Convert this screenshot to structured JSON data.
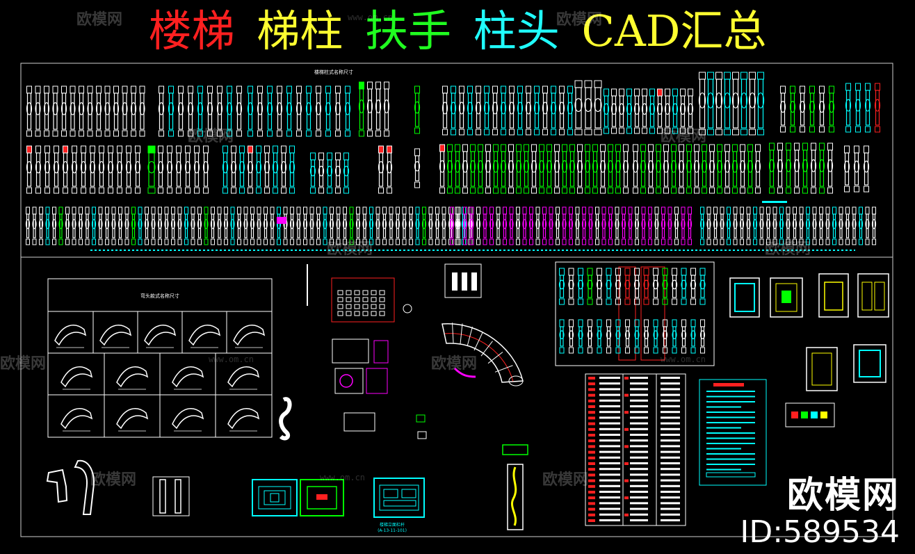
{
  "title": {
    "parts": [
      {
        "text": "楼梯",
        "color": "#ff2020"
      },
      {
        "text": "梯柱",
        "color": "#ffff30"
      },
      {
        "text": "扶手",
        "color": "#20ff20"
      },
      {
        "text": "柱头",
        "color": "#20ffff"
      },
      {
        "text": "CAD汇总",
        "color": "#ffff30"
      }
    ]
  },
  "colors": {
    "white": "#ffffff",
    "cyan": "#00ffff",
    "green": "#00ff00",
    "magenta": "#ff00ff",
    "red": "#ff2020",
    "yellow": "#ffff00",
    "frame": "#cfcfcf"
  },
  "top_panel": {
    "caption": "楼梯柱式名称尺寸"
  },
  "handrail_table": {
    "caption": "弯头款式名称尺寸"
  },
  "railing_caption": {
    "line1": "楼梯立面栏杆",
    "line2": "(A-13-11-101)"
  },
  "watermarks": {
    "brand": "欧模网",
    "site": "www.om.cn"
  },
  "brand_mark": {
    "name": "欧模网",
    "id": "ID:589534"
  }
}
